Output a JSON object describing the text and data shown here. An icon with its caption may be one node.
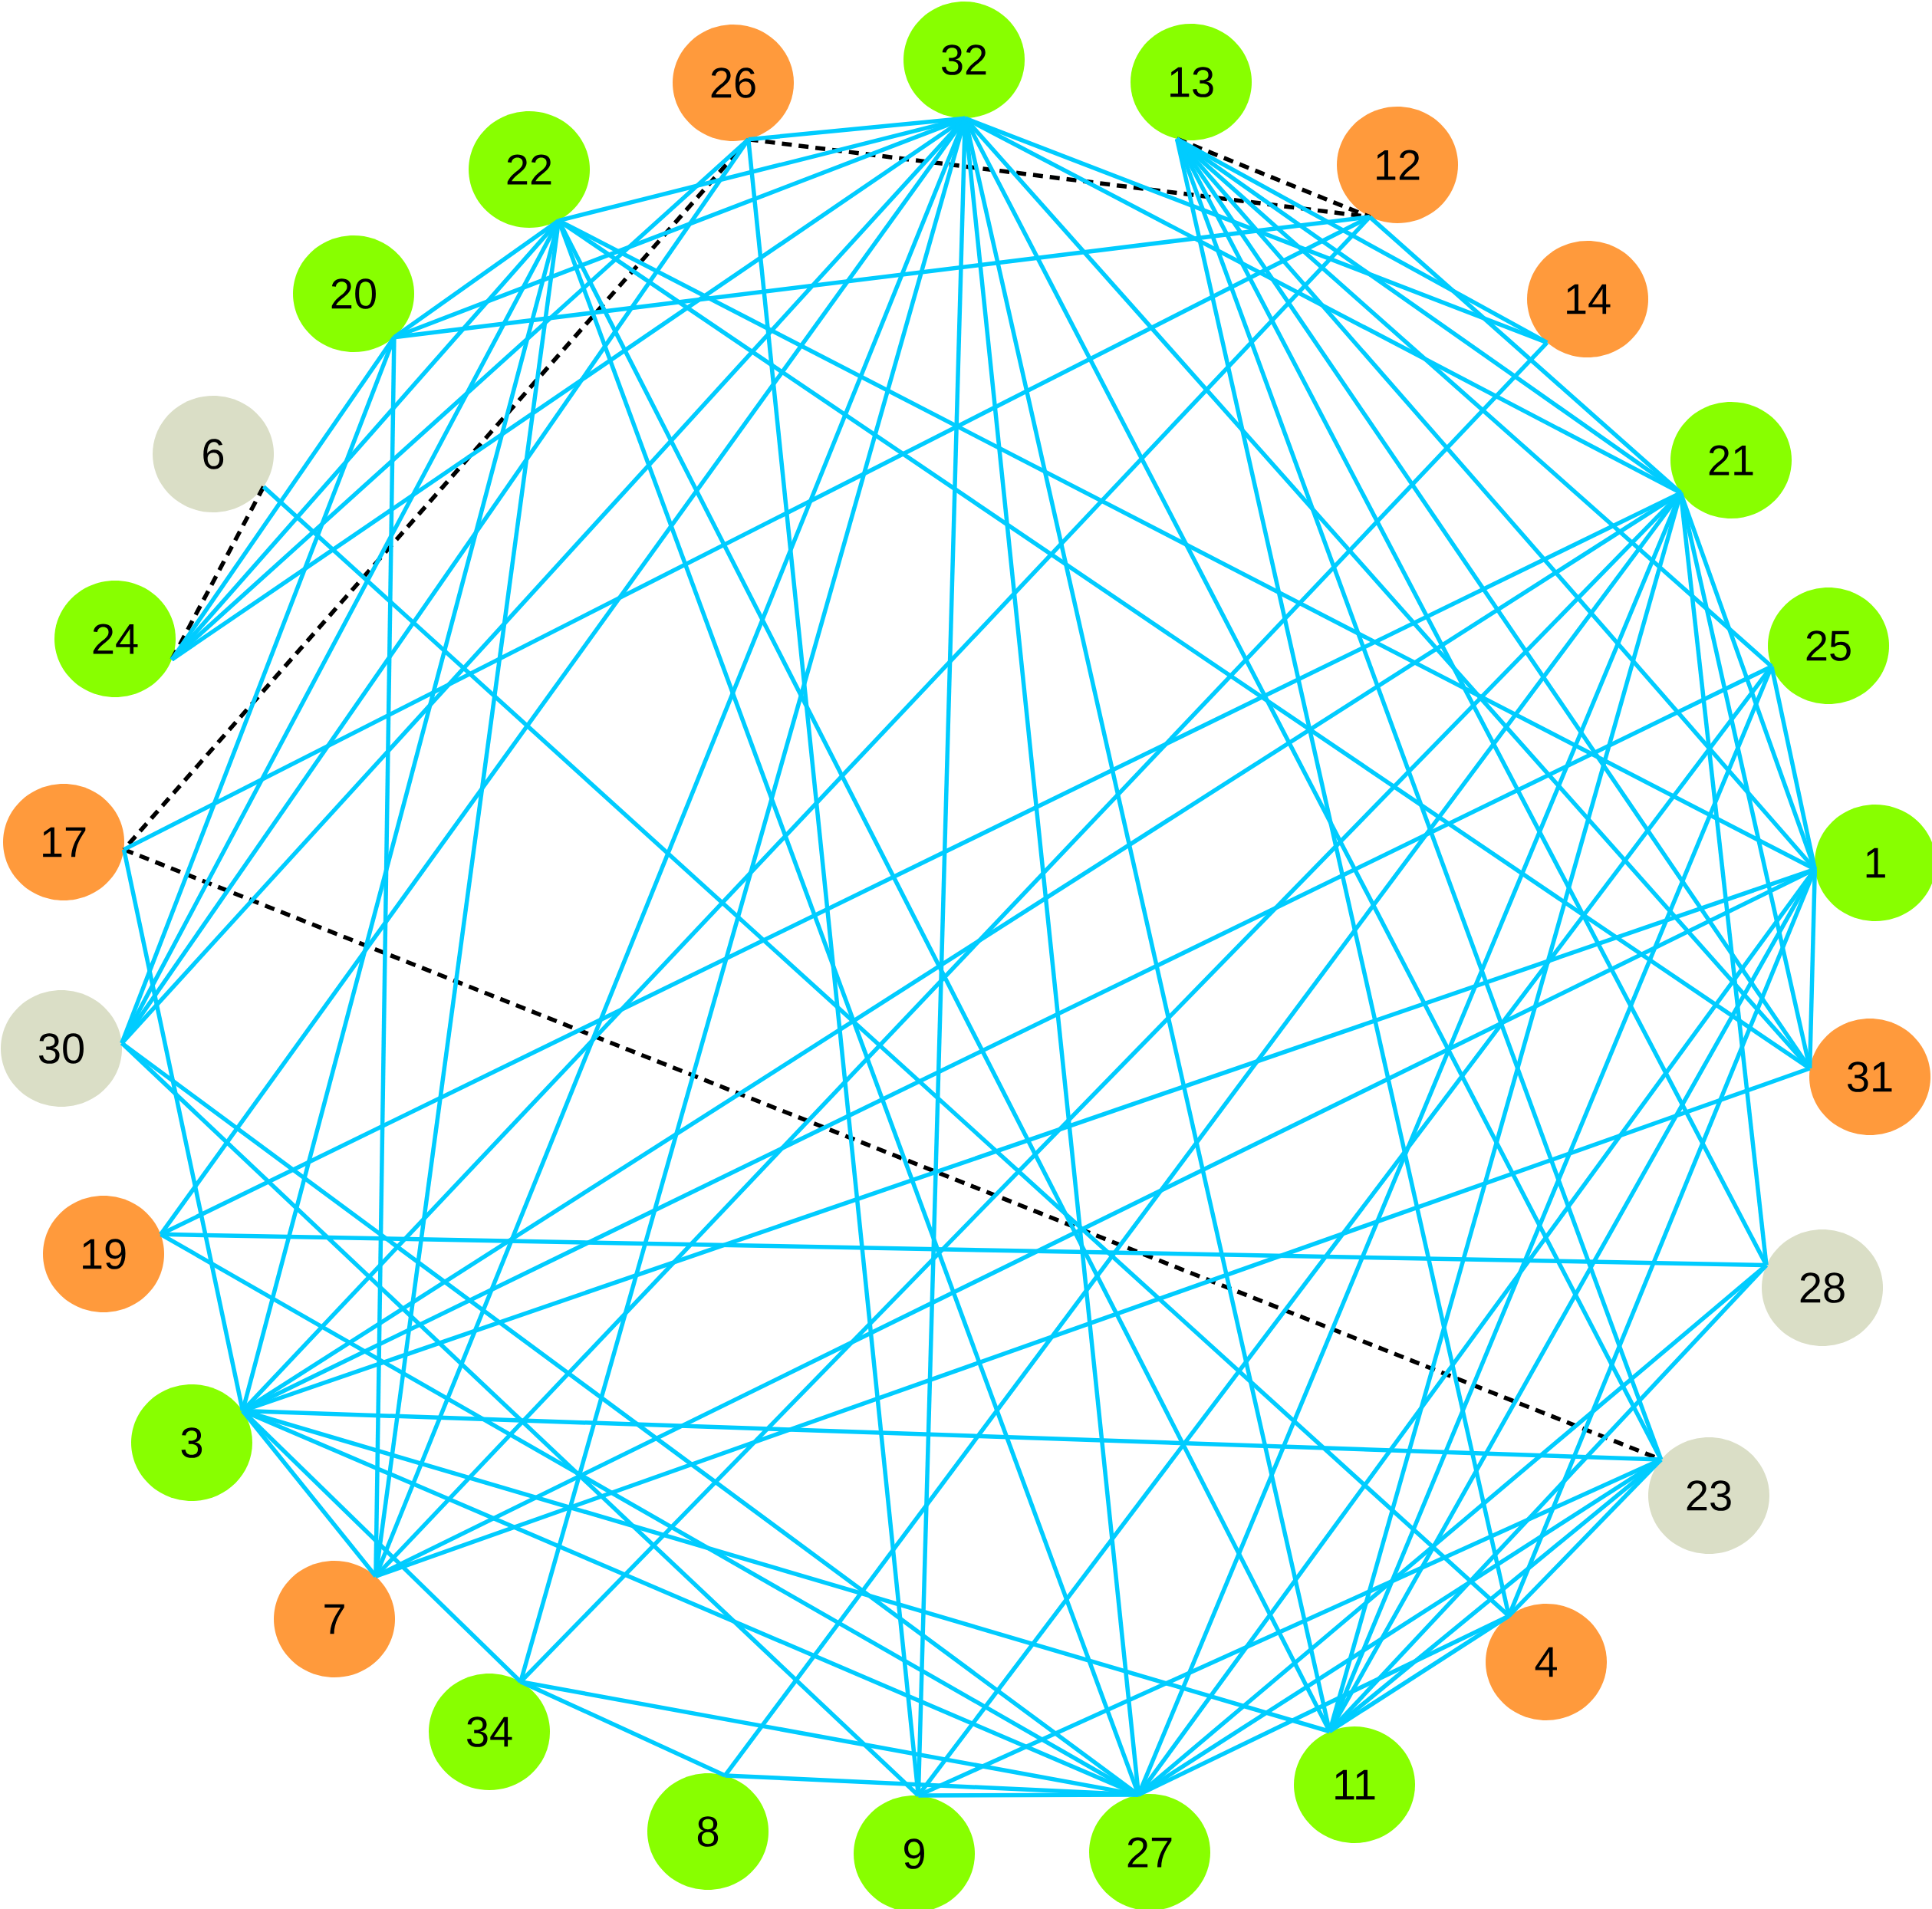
{
  "diagram": {
    "nodes": [
      {
        "text": [
          "32"
        ]
      },
      {
        "text": [
          "13"
        ]
      },
      {
        "text": [
          "26"
        ]
      },
      {
        "text": [
          "12"
        ]
      },
      {
        "text": [
          "22"
        ]
      },
      {
        "text": [
          "20"
        ]
      },
      {
        "text": [
          "14"
        ]
      },
      {
        "text": [
          "6"
        ]
      },
      {
        "text": [
          "21"
        ]
      },
      {
        "text": [
          "24"
        ]
      },
      {
        "text": [
          "25"
        ]
      },
      {
        "text": [
          "17"
        ]
      },
      {
        "text": [
          "1"
        ]
      },
      {
        "text": [
          "30"
        ]
      },
      {
        "text": [
          "31"
        ]
      },
      {
        "text": [
          "19"
        ]
      },
      {
        "text": [
          "28"
        ]
      },
      {
        "text": [
          "3"
        ]
      },
      {
        "text": [
          "23"
        ]
      },
      {
        "text": [
          "7"
        ]
      },
      {
        "text": [
          "4"
        ]
      },
      {
        "text": [
          "34"
        ]
      },
      {
        "text": [
          "11"
        ]
      },
      {
        "text": [
          "8"
        ]
      },
      {
        "text": [
          "9"
        ]
      },
      {
        "text": [
          "27"
        ]
      }
    ],
    "edges": [
      {
        "from": 7,
        "to": 9,
        "arrow": "none",
        "style": "dashed",
        "color": "#000000"
      },
      {
        "from": 2,
        "to": 11,
        "arrow": "none",
        "style": "dashed",
        "color": "#000000"
      },
      {
        "from": 2,
        "to": 3,
        "arrow": "none",
        "style": "dashed",
        "color": "#000000"
      },
      {
        "from": 1,
        "to": 3,
        "arrow": "none",
        "style": "dashed",
        "color": "#000000"
      },
      {
        "from": 11,
        "to": 18,
        "arrow": "none",
        "style": "dashed",
        "color": "#000000"
      },
      {
        "from": 2,
        "to": 0,
        "arrow": "none"
      },
      {
        "from": 2,
        "to": 9,
        "arrow": "none"
      },
      {
        "from": 2,
        "to": 13,
        "arrow": "none"
      },
      {
        "from": 2,
        "to": 24,
        "arrow": "none"
      },
      {
        "from": 0,
        "to": 4,
        "arrow": "none"
      },
      {
        "from": 0,
        "to": 5,
        "arrow": "none"
      },
      {
        "from": 0,
        "to": 9,
        "arrow": "none"
      },
      {
        "from": 0,
        "to": 13,
        "arrow": "none"
      },
      {
        "from": 0,
        "to": 15,
        "arrow": "none"
      },
      {
        "from": 0,
        "to": 19,
        "arrow": "none"
      },
      {
        "from": 0,
        "to": 21,
        "arrow": "none"
      },
      {
        "from": 0,
        "to": 24,
        "arrow": "none"
      },
      {
        "from": 0,
        "to": 25,
        "arrow": "none"
      },
      {
        "from": 0,
        "to": 22,
        "arrow": "none"
      },
      {
        "from": 0,
        "to": 18,
        "arrow": "none"
      },
      {
        "from": 0,
        "to": 14,
        "arrow": "none"
      },
      {
        "from": 0,
        "to": 8,
        "arrow": "none"
      },
      {
        "from": 0,
        "to": 6,
        "arrow": "none"
      },
      {
        "from": 1,
        "to": 6,
        "arrow": "none"
      },
      {
        "from": 1,
        "to": 8,
        "arrow": "none"
      },
      {
        "from": 1,
        "to": 10,
        "arrow": "none"
      },
      {
        "from": 1,
        "to": 12,
        "arrow": "none"
      },
      {
        "from": 1,
        "to": 14,
        "arrow": "none"
      },
      {
        "from": 1,
        "to": 16,
        "arrow": "none"
      },
      {
        "from": 1,
        "to": 18,
        "arrow": "none"
      },
      {
        "from": 1,
        "to": 20,
        "arrow": "none"
      },
      {
        "from": 3,
        "to": 5,
        "arrow": "none"
      },
      {
        "from": 3,
        "to": 11,
        "arrow": "none"
      },
      {
        "from": 3,
        "to": 17,
        "arrow": "none"
      },
      {
        "from": 3,
        "to": 8,
        "arrow": "none"
      },
      {
        "from": 4,
        "to": 5,
        "arrow": "none"
      },
      {
        "from": 4,
        "to": 9,
        "arrow": "none"
      },
      {
        "from": 4,
        "to": 13,
        "arrow": "none"
      },
      {
        "from": 4,
        "to": 17,
        "arrow": "none"
      },
      {
        "from": 4,
        "to": 19,
        "arrow": "none"
      },
      {
        "from": 4,
        "to": 12,
        "arrow": "none"
      },
      {
        "from": 4,
        "to": 14,
        "arrow": "none"
      },
      {
        "from": 4,
        "to": 25,
        "arrow": "none"
      },
      {
        "from": 4,
        "to": 22,
        "arrow": "none"
      },
      {
        "from": 5,
        "to": 9,
        "arrow": "none"
      },
      {
        "from": 5,
        "to": 13,
        "arrow": "none"
      },
      {
        "from": 5,
        "to": 19,
        "arrow": "none"
      },
      {
        "from": 6,
        "to": 19,
        "arrow": "none"
      },
      {
        "from": 7,
        "to": 20,
        "arrow": "none"
      },
      {
        "from": 8,
        "to": 15,
        "arrow": "none"
      },
      {
        "from": 8,
        "to": 17,
        "arrow": "none"
      },
      {
        "from": 8,
        "to": 23,
        "arrow": "none"
      },
      {
        "from": 8,
        "to": 21,
        "arrow": "none"
      },
      {
        "from": 8,
        "to": 25,
        "arrow": "none"
      },
      {
        "from": 8,
        "to": 22,
        "arrow": "none"
      },
      {
        "from": 8,
        "to": 12,
        "arrow": "none"
      },
      {
        "from": 8,
        "to": 14,
        "arrow": "none"
      },
      {
        "from": 8,
        "to": 16,
        "arrow": "none"
      },
      {
        "from": 10,
        "to": 12,
        "arrow": "none"
      },
      {
        "from": 10,
        "to": 17,
        "arrow": "none"
      },
      {
        "from": 10,
        "to": 24,
        "arrow": "none"
      },
      {
        "from": 10,
        "to": 22,
        "arrow": "none"
      },
      {
        "from": 11,
        "to": 17,
        "arrow": "none"
      },
      {
        "from": 12,
        "to": 17,
        "arrow": "none"
      },
      {
        "from": 12,
        "to": 19,
        "arrow": "none"
      },
      {
        "from": 12,
        "to": 25,
        "arrow": "none"
      },
      {
        "from": 12,
        "to": 22,
        "arrow": "none"
      },
      {
        "from": 12,
        "to": 20,
        "arrow": "none"
      },
      {
        "from": 12,
        "to": 14,
        "arrow": "none"
      },
      {
        "from": 13,
        "to": 24,
        "arrow": "none"
      },
      {
        "from": 13,
        "to": 25,
        "arrow": "none"
      },
      {
        "from": 14,
        "to": 19,
        "arrow": "none"
      },
      {
        "from": 15,
        "to": 16,
        "arrow": "none"
      },
      {
        "from": 15,
        "to": 25,
        "arrow": "none"
      },
      {
        "from": 16,
        "to": 22,
        "arrow": "none"
      },
      {
        "from": 16,
        "to": 25,
        "arrow": "none"
      },
      {
        "from": 17,
        "to": 19,
        "arrow": "none"
      },
      {
        "from": 17,
        "to": 18,
        "arrow": "none"
      },
      {
        "from": 17,
        "to": 21,
        "arrow": "none"
      },
      {
        "from": 17,
        "to": 22,
        "arrow": "none"
      },
      {
        "from": 17,
        "to": 25,
        "arrow": "none"
      },
      {
        "from": 18,
        "to": 20,
        "arrow": "none"
      },
      {
        "from": 18,
        "to": 22,
        "arrow": "none"
      },
      {
        "from": 18,
        "to": 25,
        "arrow": "none"
      },
      {
        "from": 18,
        "to": 24,
        "arrow": "none"
      },
      {
        "from": 20,
        "to": 22,
        "arrow": "none"
      },
      {
        "from": 20,
        "to": 25,
        "arrow": "none"
      },
      {
        "from": 21,
        "to": 23,
        "arrow": "none"
      },
      {
        "from": 21,
        "to": 25,
        "arrow": "none"
      },
      {
        "from": 23,
        "to": 25,
        "arrow": "none"
      },
      {
        "from": 24,
        "to": 25,
        "arrow": "none"
      }
    ]
  }
}
